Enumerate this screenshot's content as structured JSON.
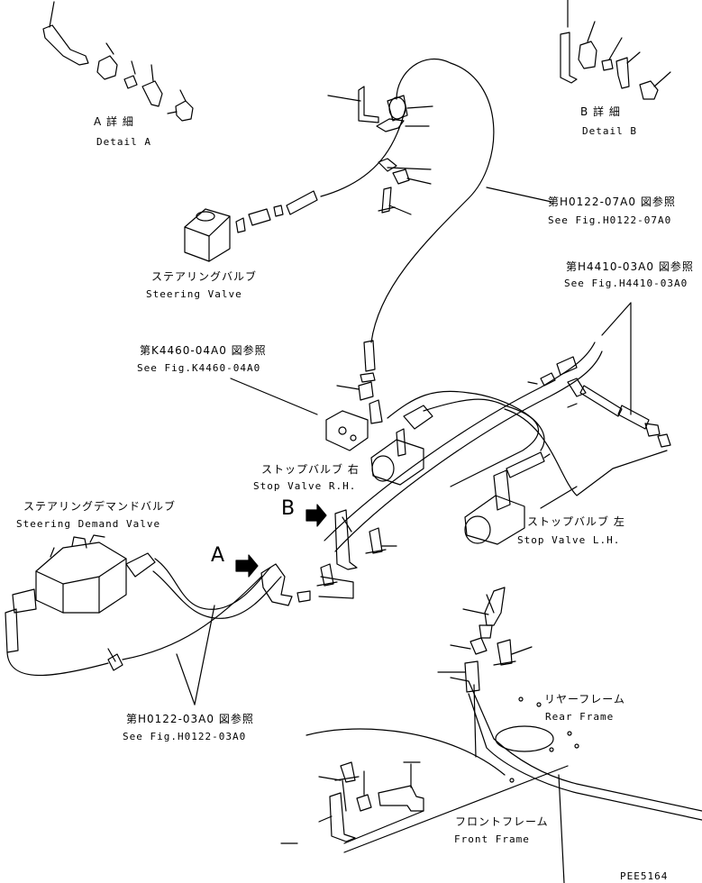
{
  "labels": {
    "detail_a_jp": "A 詳 細",
    "detail_a_en": "Detail A",
    "detail_b_jp": "B 詳 細",
    "detail_b_en": "Detail B",
    "steering_valve_jp": "ステアリングバルブ",
    "steering_valve_en": "Steering Valve",
    "fig_h0122_07_jp": "第H0122-07A0 図参照",
    "fig_h0122_07_en": "See Fig.H0122-07A0",
    "fig_h4410_jp": "第H4410-03A0 図参照",
    "fig_h4410_en": "See Fig.H4410-03A0",
    "fig_k4460_jp": "第K4460-04A0 図参照",
    "fig_k4460_en": "See Fig.K4460-04A0",
    "stop_valve_rh_jp": "ストップバルブ 右",
    "stop_valve_rh_en": "Stop Valve R.H.",
    "stop_valve_lh_jp": "ストップバルブ 左",
    "stop_valve_lh_en": "Stop Valve L.H.",
    "steering_demand_jp": "ステアリングデマンドバルブ",
    "steering_demand_en": "Steering Demand Valve",
    "fig_h0122_03_jp": "第H0122-03A0 図参照",
    "fig_h0122_03_en": "See Fig.H0122-03A0",
    "rear_frame_jp": "リヤーフレーム",
    "rear_frame_en": "Rear Frame",
    "front_frame_jp": "フロントフレーム",
    "front_frame_en": "Front Frame",
    "callout_a": "A",
    "callout_b": "B",
    "drawing_code": "PEE5164"
  }
}
